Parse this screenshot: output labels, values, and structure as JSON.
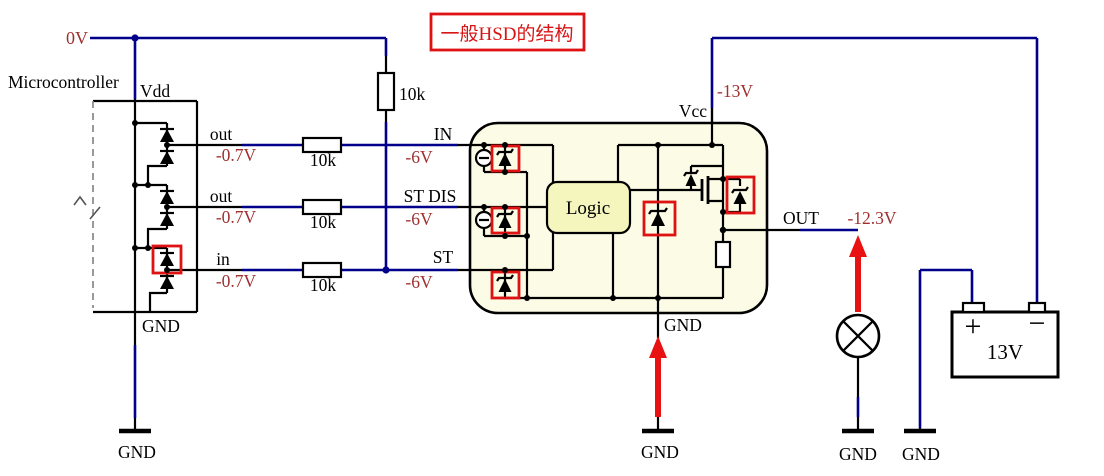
{
  "title": "一般HSD的结构",
  "supply": {
    "top_rail_voltage": "0V"
  },
  "microcontroller": {
    "label": "Microcontroller",
    "vdd_pin": "Vdd",
    "gnd_pin": "GND",
    "ports": [
      {
        "name": "out",
        "voltage": "-0.7V"
      },
      {
        "name": "out",
        "voltage": "-0.7V"
      },
      {
        "name": "in",
        "voltage": "-0.7V"
      }
    ]
  },
  "resistors": {
    "pullup": "10k",
    "series": [
      "10k",
      "10k",
      "10k"
    ]
  },
  "hsd_ic": {
    "logic_label": "Logic",
    "pins": {
      "in": {
        "label": "IN",
        "voltage": "-6V"
      },
      "st_dis": {
        "label": "ST DIS",
        "voltage": "-6V"
      },
      "st": {
        "label": "ST",
        "voltage": "-6V"
      },
      "vcc": {
        "label": "Vcc",
        "voltage": "-13V"
      },
      "out": {
        "label": "OUT",
        "voltage": "-12.3V"
      },
      "gnd": {
        "label": "GND"
      }
    }
  },
  "battery": {
    "voltage": "13V",
    "plus": "+",
    "minus": "−"
  },
  "grounds": {
    "mcu": "GND",
    "ic": "GND",
    "lamp": "GND",
    "battery": "GND"
  },
  "colors": {
    "wire": "#00008B",
    "component": "#000000",
    "voltage_text": "#A03030",
    "highlight_red": "#DE1212",
    "ic_fill": "#FBFBE6",
    "logic_fill": "#F5F5BE"
  }
}
